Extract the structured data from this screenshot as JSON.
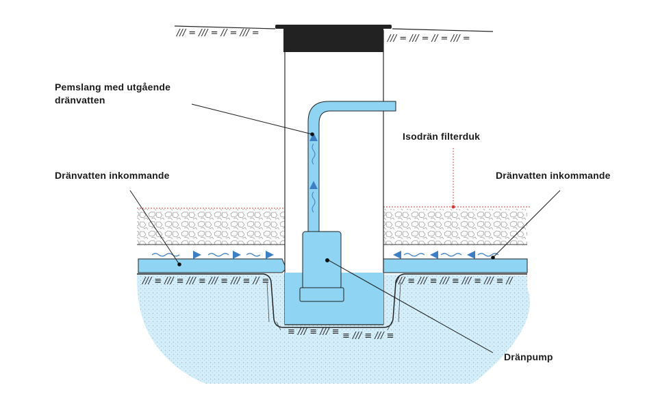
{
  "labels": {
    "pemslang_line1": "Pemslang med utgående",
    "pemslang_line2": "dränvatten",
    "filterduk": "Isodrän filterduk",
    "incoming_left": "Dränvatten inkommande",
    "incoming_right": "Dränvatten inkommande",
    "pump": "Dränpump"
  },
  "colors": {
    "water": "#8fd4f2",
    "water_light": "#cfeaf8",
    "water_dot": "#7fc1de",
    "arrow": "#3d7fc4",
    "lid": "#222222",
    "outline": "#222222",
    "filter_line": "#d33a3a",
    "gravel_stroke": "#9a9a9a"
  }
}
